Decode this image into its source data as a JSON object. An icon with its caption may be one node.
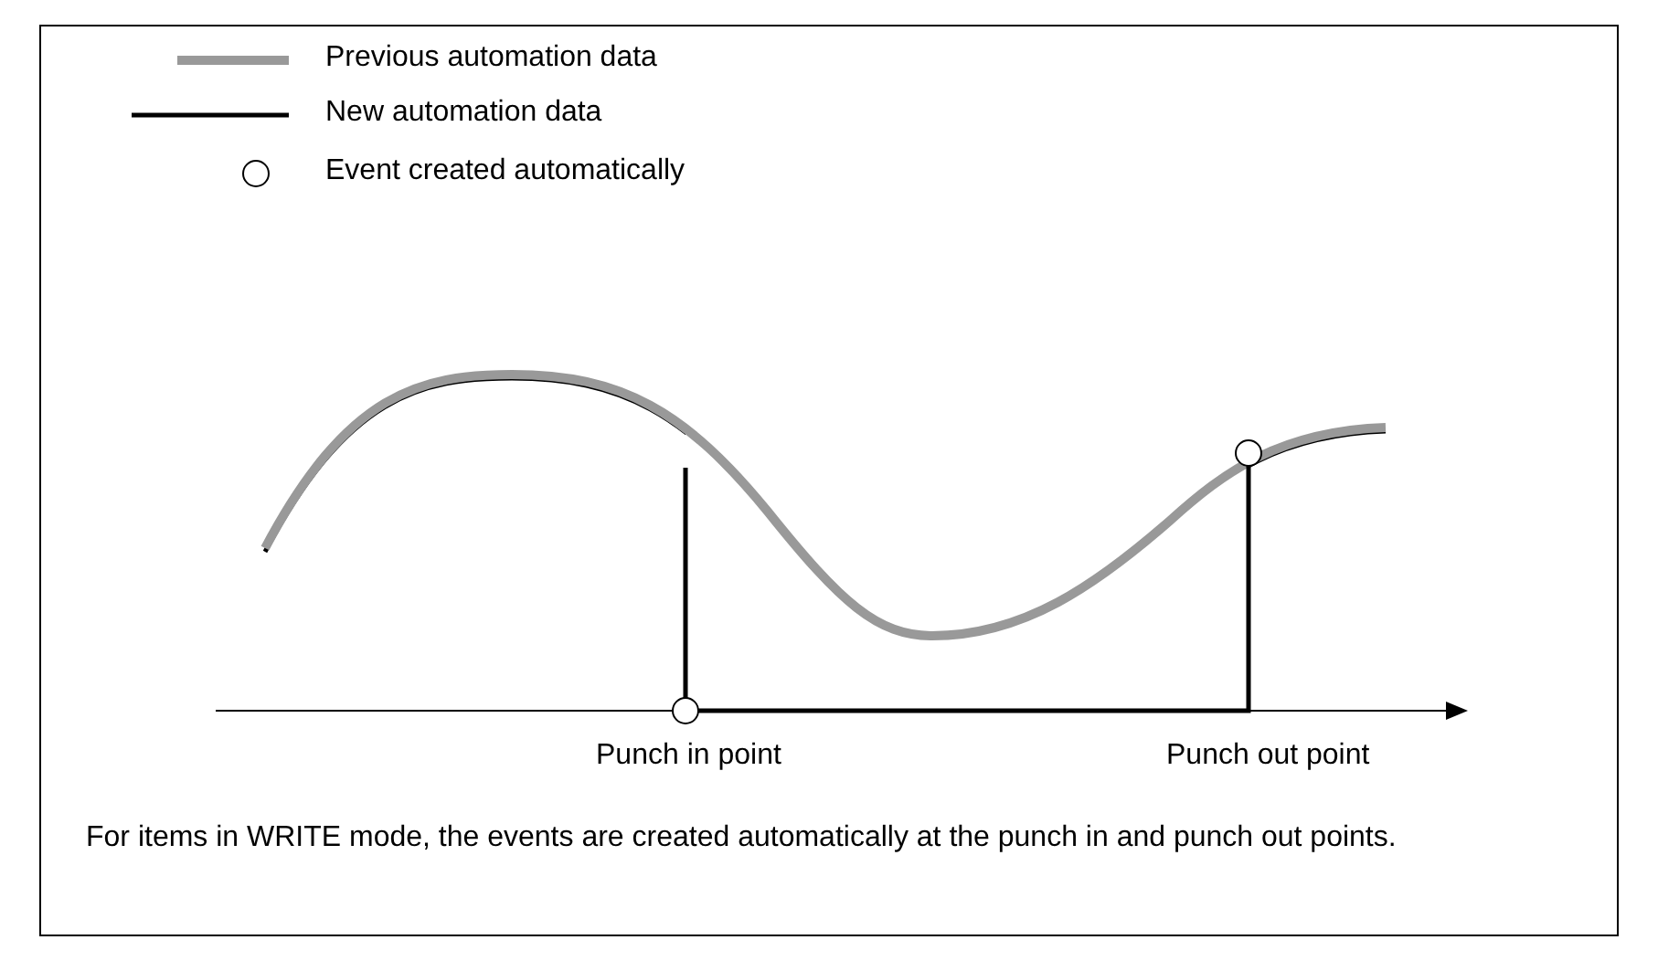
{
  "diagram": {
    "caption": "For items in WRITE mode, the events are created automatically at the punch in and punch out points.",
    "labels": [
      "Punch in point",
      "Punch out point"
    ],
    "legend": [
      {
        "text": "Previous automation data"
      },
      {
        "text": "New automation data"
      },
      {
        "text": "Event created automatically"
      }
    ]
  }
}
